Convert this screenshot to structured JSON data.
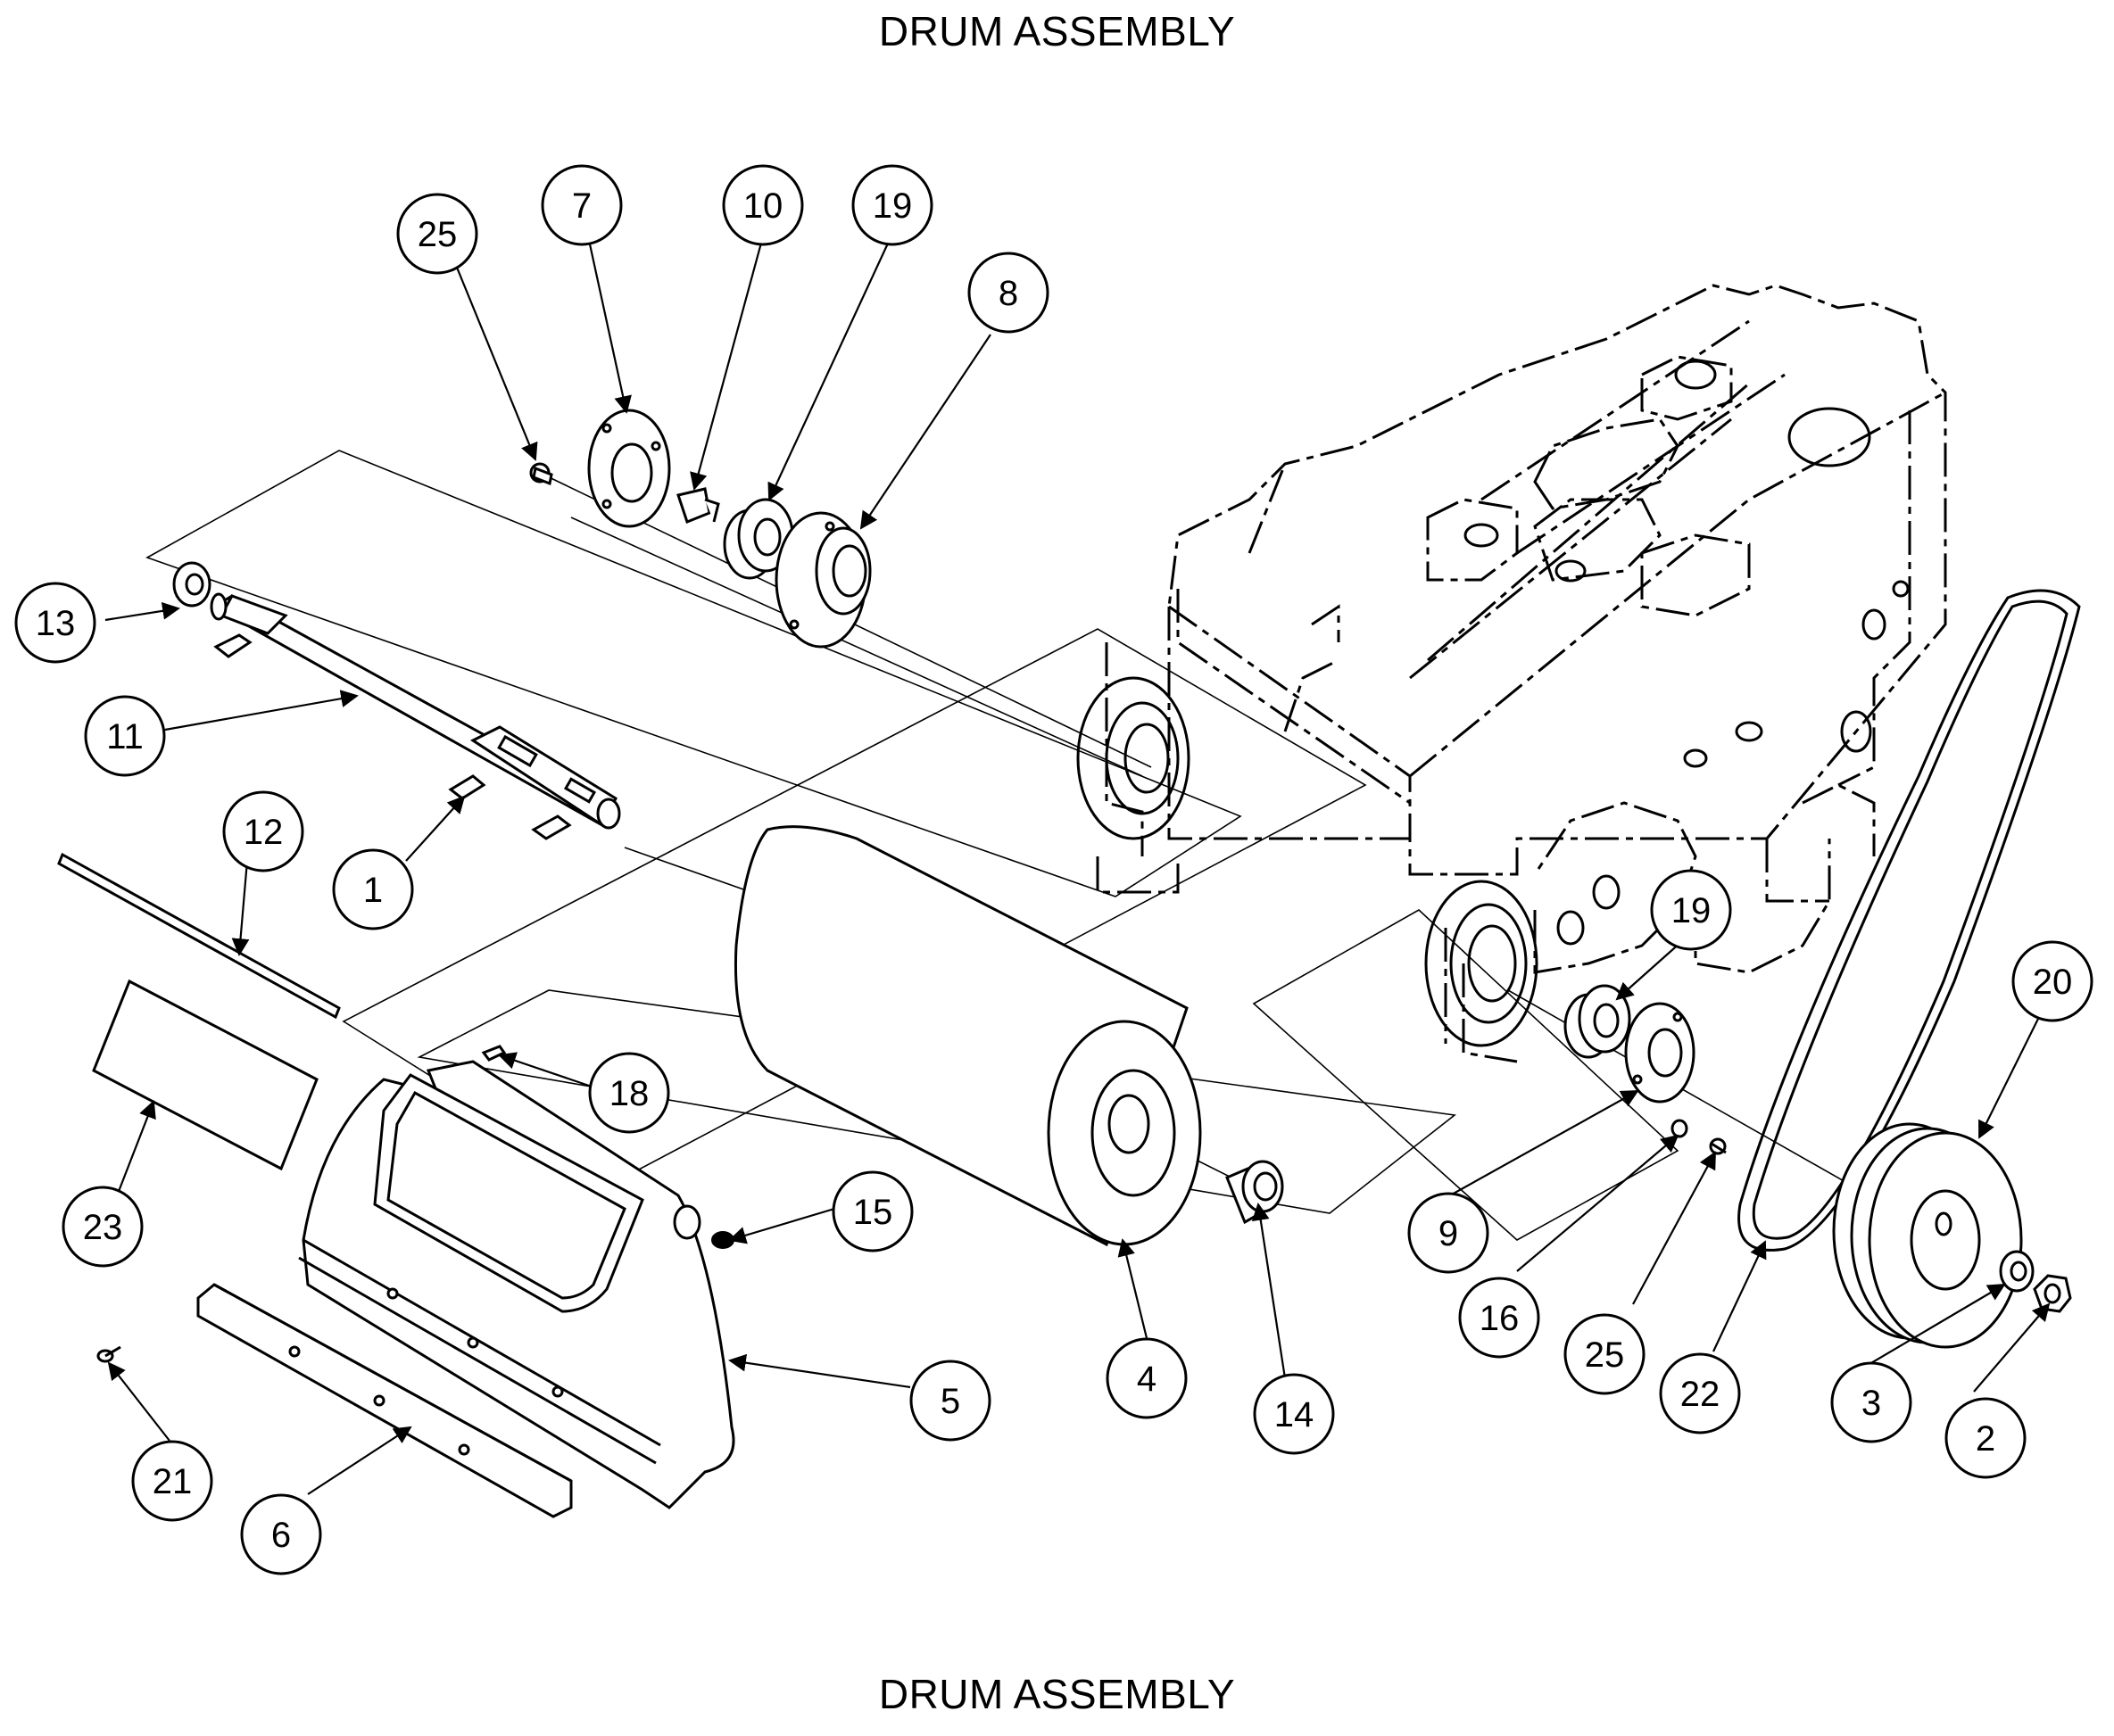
{
  "title_top": "DRUM ASSEMBLY",
  "title_bottom": "DRUM ASSEMBLY",
  "callouts": [
    {
      "id": "25a",
      "label": "25"
    },
    {
      "id": "7",
      "label": "7"
    },
    {
      "id": "10",
      "label": "10"
    },
    {
      "id": "19a",
      "label": "19"
    },
    {
      "id": "8",
      "label": "8"
    },
    {
      "id": "13",
      "label": "13"
    },
    {
      "id": "11",
      "label": "11"
    },
    {
      "id": "12",
      "label": "12"
    },
    {
      "id": "1",
      "label": "1"
    },
    {
      "id": "18",
      "label": "18"
    },
    {
      "id": "15",
      "label": "15"
    },
    {
      "id": "23",
      "label": "23"
    },
    {
      "id": "5",
      "label": "5"
    },
    {
      "id": "4",
      "label": "4"
    },
    {
      "id": "14",
      "label": "14"
    },
    {
      "id": "21",
      "label": "21"
    },
    {
      "id": "6",
      "label": "6"
    },
    {
      "id": "19b",
      "label": "19"
    },
    {
      "id": "20",
      "label": "20"
    },
    {
      "id": "9",
      "label": "9"
    },
    {
      "id": "16",
      "label": "16"
    },
    {
      "id": "25b",
      "label": "25"
    },
    {
      "id": "22",
      "label": "22"
    },
    {
      "id": "3",
      "label": "3"
    },
    {
      "id": "2",
      "label": "2"
    }
  ]
}
